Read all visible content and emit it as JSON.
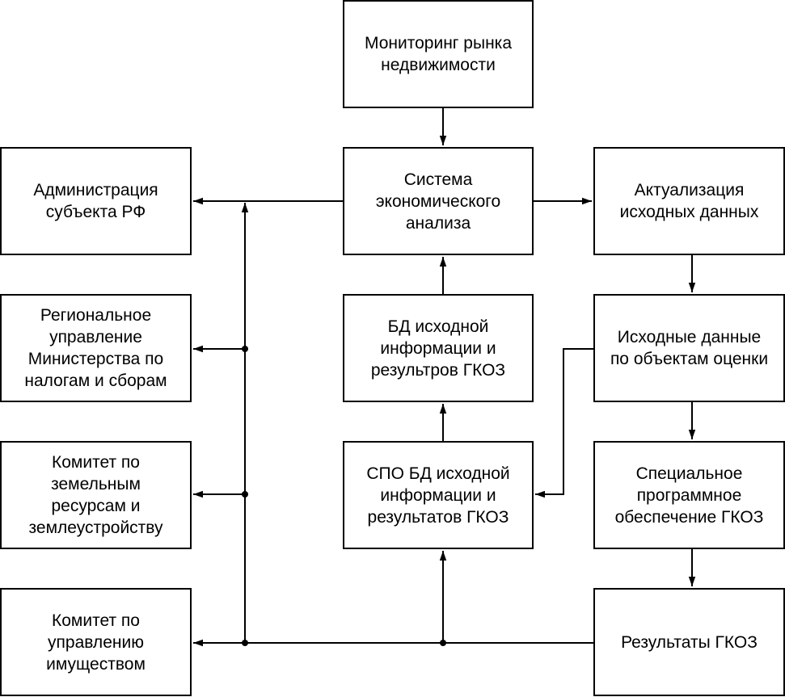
{
  "boxes": {
    "monitoring": "Мониторинг рынка\nнедвижимости",
    "system": "Система\nэкономического\nанализа",
    "admin": "Администрация\nсубъекта РФ",
    "actual": "Актуализация\nисходных данных",
    "regional": "Региональное\nуправление\nМинистерства по\nналогам и сборам",
    "bd": "БД исходной\nинформации и\nрезультров ГКОЗ",
    "source": "Исходные данные\nпо объектам оценки",
    "land": "Комитет по\nземельным\nресурсам и\nземлеустройству",
    "spo": "СПО БД исходной\nинформации и\nрезультатов ГКОЗ",
    "software": "Специальное\nпрограммное\nобеспечение ГКОЗ",
    "property": "Комитет по\nуправлению\nимуществом",
    "results": "Результаты ГКОЗ"
  },
  "colors": {
    "line": "#000000",
    "box_border": "#000000",
    "background": "#ffffff"
  }
}
